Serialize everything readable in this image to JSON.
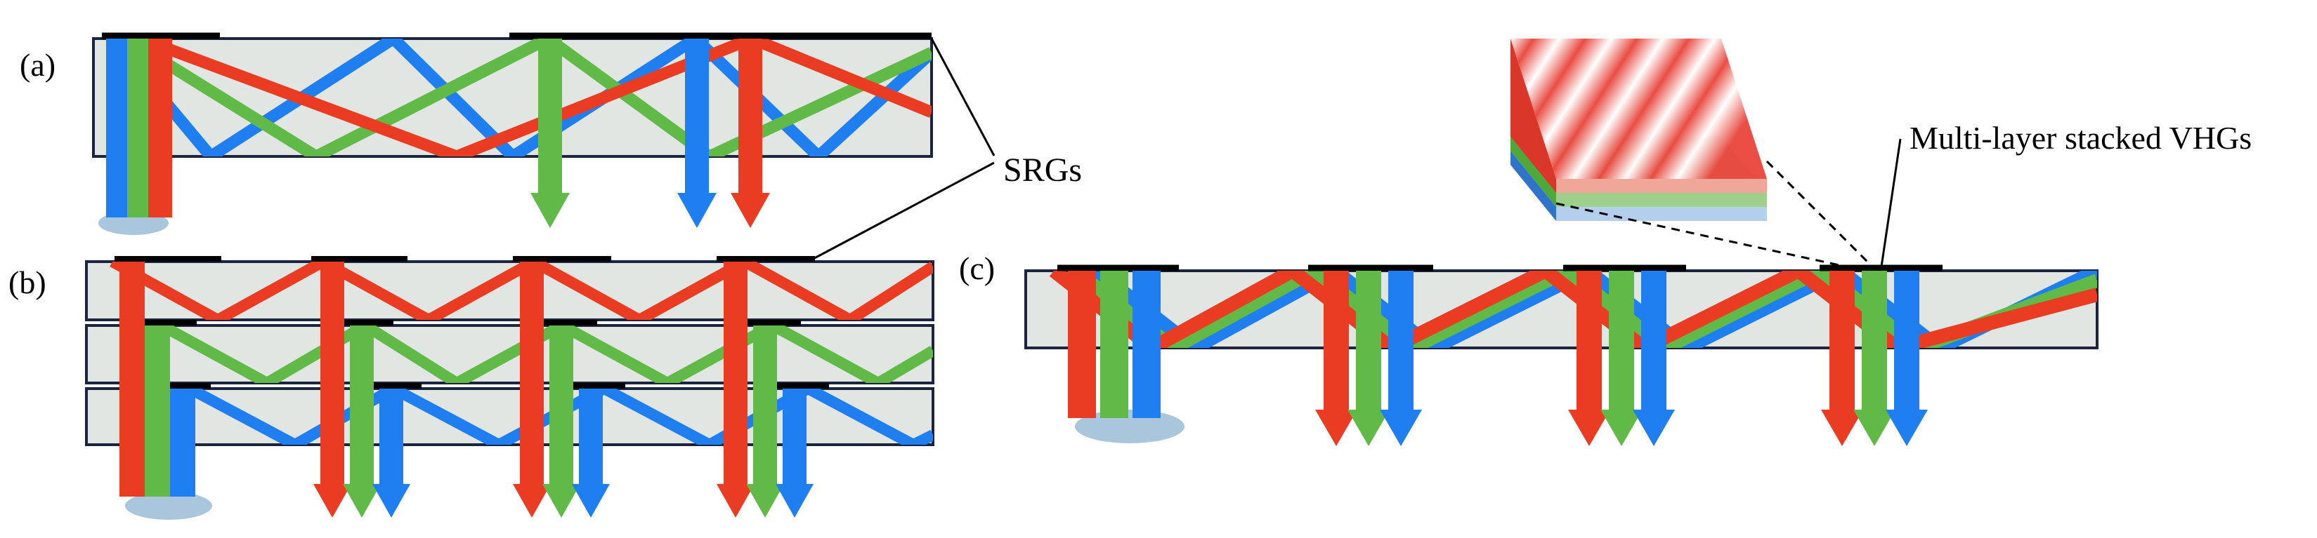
{
  "panels": {
    "a": {
      "label": "(a)"
    },
    "b": {
      "label": "(b)"
    },
    "c": {
      "label": "(c)"
    }
  },
  "annotations": {
    "srgs": "SRGs",
    "vhgs": "Multi-layer stacked VHGs"
  },
  "colors": {
    "red": "#ea3b23",
    "green": "#61b947",
    "blue": "#1f7ff0",
    "waveguide_fill": "#e2e6e3",
    "waveguide_stroke": "#1c2540",
    "grating": "#000000",
    "eye": "#a9c6dc"
  },
  "icons": [
    "eye-pupil-ellipse",
    "grating-bar",
    "downward-arrow",
    "vhg-stack-block"
  ]
}
